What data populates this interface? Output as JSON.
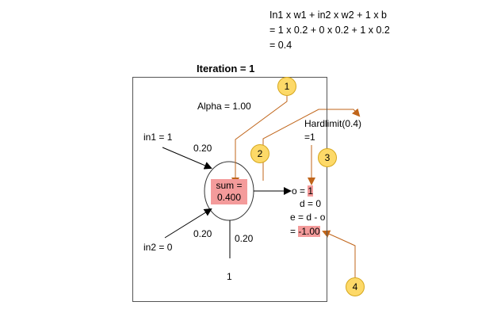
{
  "formula": {
    "line1": "In1 x w1 + in2 x w2 + 1 x b",
    "line2": "= 1 x 0.2 + 0 x 0.2 + 1 x 0.2",
    "line3": "= 0.4"
  },
  "title": "Iteration = 1",
  "alpha": "Alpha = 1.00",
  "inputs": {
    "in1_label": "in1 = 1",
    "w1": "0.20",
    "in2_label": "in2 = 0",
    "w2": "0.20",
    "bias_weight": "0.20",
    "bias_input": "1"
  },
  "sum": {
    "label": "sum =",
    "value": "0.400"
  },
  "activation": {
    "line1": "Hardlimit(0.4)",
    "line2": "=1"
  },
  "output": {
    "o_prefix": "o = ",
    "o_value": "1",
    "d_line": "d = 0",
    "e_line": "e = d - o",
    "e_prefix": "= ",
    "e_value": "-1.00"
  },
  "badges": [
    "1",
    "2",
    "3",
    "4"
  ],
  "colors": {
    "callout_line": "#c0651a",
    "highlight": "#f49b9b",
    "badge_fill": "#fdd968",
    "badge_border": "#d6a71c"
  }
}
